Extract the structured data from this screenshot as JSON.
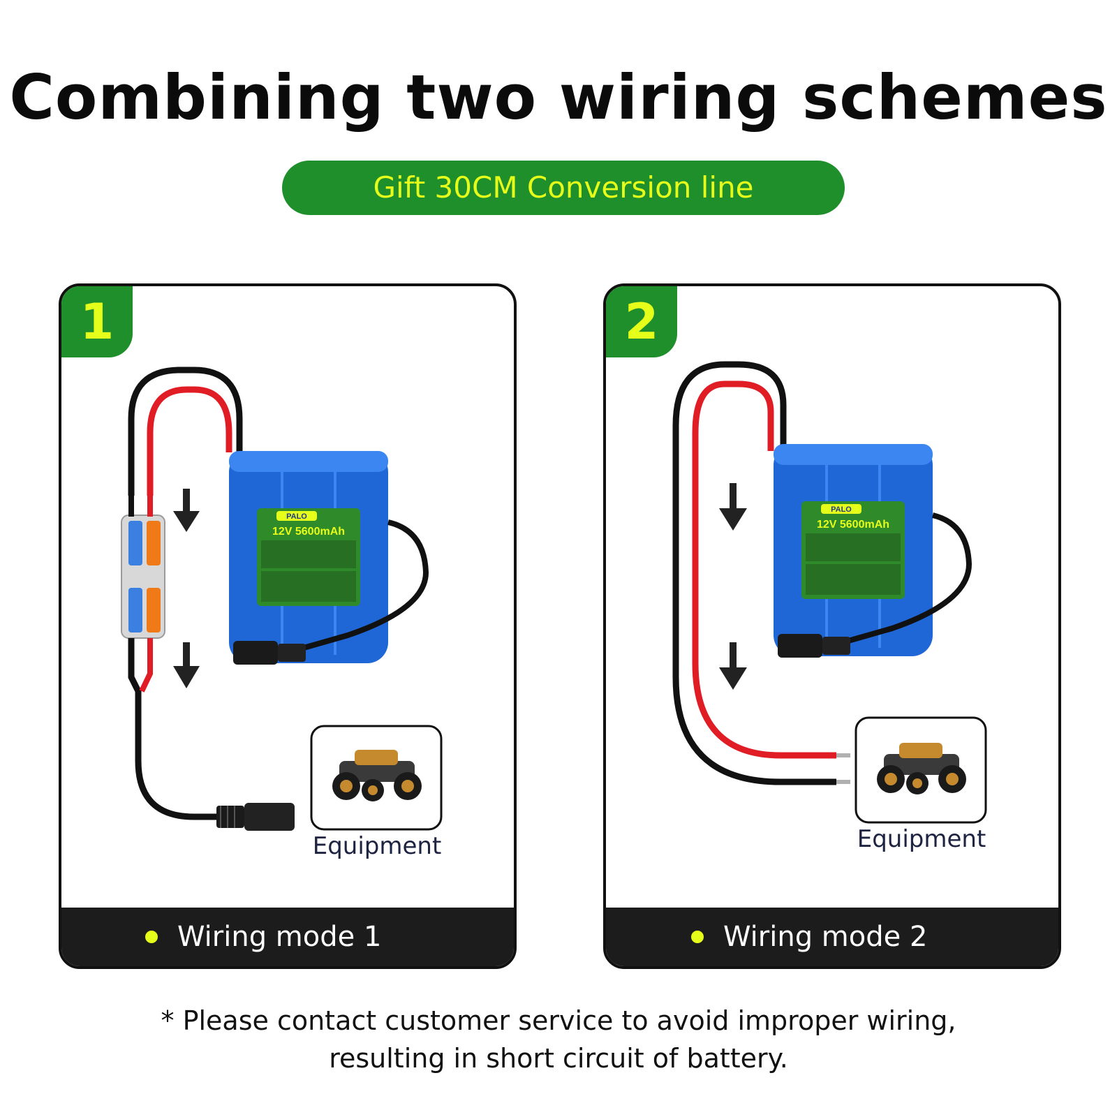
{
  "title": "Combining two wiring schemes",
  "badge": "Gift 30CM Conversion line",
  "panels": [
    {
      "number": "1",
      "battery": {
        "brand": "PALO",
        "spec": "12V 5600mAh"
      },
      "equipment_label": "Equipment",
      "mode_label": "Wiring mode 1"
    },
    {
      "number": "2",
      "battery": {
        "brand": "PALO",
        "spec": "12V 5600mAh"
      },
      "equipment_label": "Equipment",
      "mode_label": "Wiring mode 2"
    }
  ],
  "note": {
    "line1": "* Please contact customer service to avoid improper wiring,",
    "line2": "resulting in short circuit of battery."
  },
  "colors": {
    "green": "#1f8f2c",
    "yellow": "#e6ff1a",
    "battery_blue": "#1f67d6",
    "label_green": "#2f8a2a",
    "wire_red": "#e01c24",
    "wire_black": "#111111"
  }
}
